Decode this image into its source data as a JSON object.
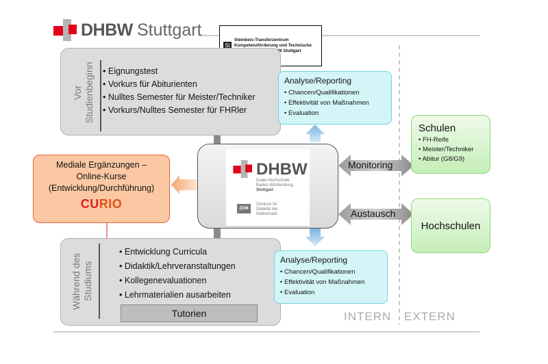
{
  "header": {
    "logo_text": "DHBW",
    "city": "Stuttgart",
    "steinbeis_text": "Steinbeis-Transferzentrum Kompetenzförderung und Technische Beratung an der DHBW Stuttgart"
  },
  "vor_studienbeginn": {
    "label": "Vor Studienbeginn",
    "items": [
      "Eignungstest",
      "Vorkurs für Abiturienten",
      "Nulltes Semester für Meister/Techniker",
      "Vorkurs/Nulltes Semester für FHRler"
    ]
  },
  "waehrend_studium": {
    "label": "Während des Studiums",
    "items": [
      "Entwicklung Curricula",
      "Didaktik/Lehrveranstaltungen",
      "Kollegenevaluationen",
      "Lehrmaterialien ausarbeiten"
    ],
    "tutorien": "Tutorien"
  },
  "analyse_top": {
    "title": "Analyse/Reporting",
    "items": [
      "Chancen/Qualifikationen",
      "Effektivität von Maßnahmen",
      "Evaluation"
    ]
  },
  "analyse_bottom": {
    "title": "Analyse/Reporting",
    "items": [
      "Chancen/Qualifikationen",
      "Effektivität von Maßnahmen",
      "Evaluation"
    ]
  },
  "center": {
    "logo_text": "DHBW",
    "logo_sub_1": "Duale Hochschule",
    "logo_sub_2": "Baden-Württemberg",
    "logo_sub_3": "Stuttgart",
    "zdm_badge": "ZDM",
    "zdm_1": "Zentrum für",
    "zdm_2": "Didaktik der",
    "zdm_3": "Mathematik"
  },
  "medial": {
    "line1": "Mediale Ergänzungen –",
    "line2": "Online-Kurse",
    "line3": "(Entwicklung/Durchführung)",
    "curio_cu": "CU",
    "curio_rest": "RIO"
  },
  "monitoring": "Monitoring",
  "austausch": "Austausch",
  "schulen": {
    "title": "Schulen",
    "items": [
      "FH-Reife",
      "Meister/Techniker",
      "Abitur (G8/G9)"
    ]
  },
  "hochschulen": "Hochschulen",
  "intern": "INTERN",
  "extern": "EXTERN",
  "colors": {
    "dhbw_red": "#e2001a",
    "cyan_fill": "#d4f5f8",
    "orange_fill": "#fbc8a3",
    "green_fill": "#c5eeb8",
    "grey_fill": "#dcdcdc"
  }
}
